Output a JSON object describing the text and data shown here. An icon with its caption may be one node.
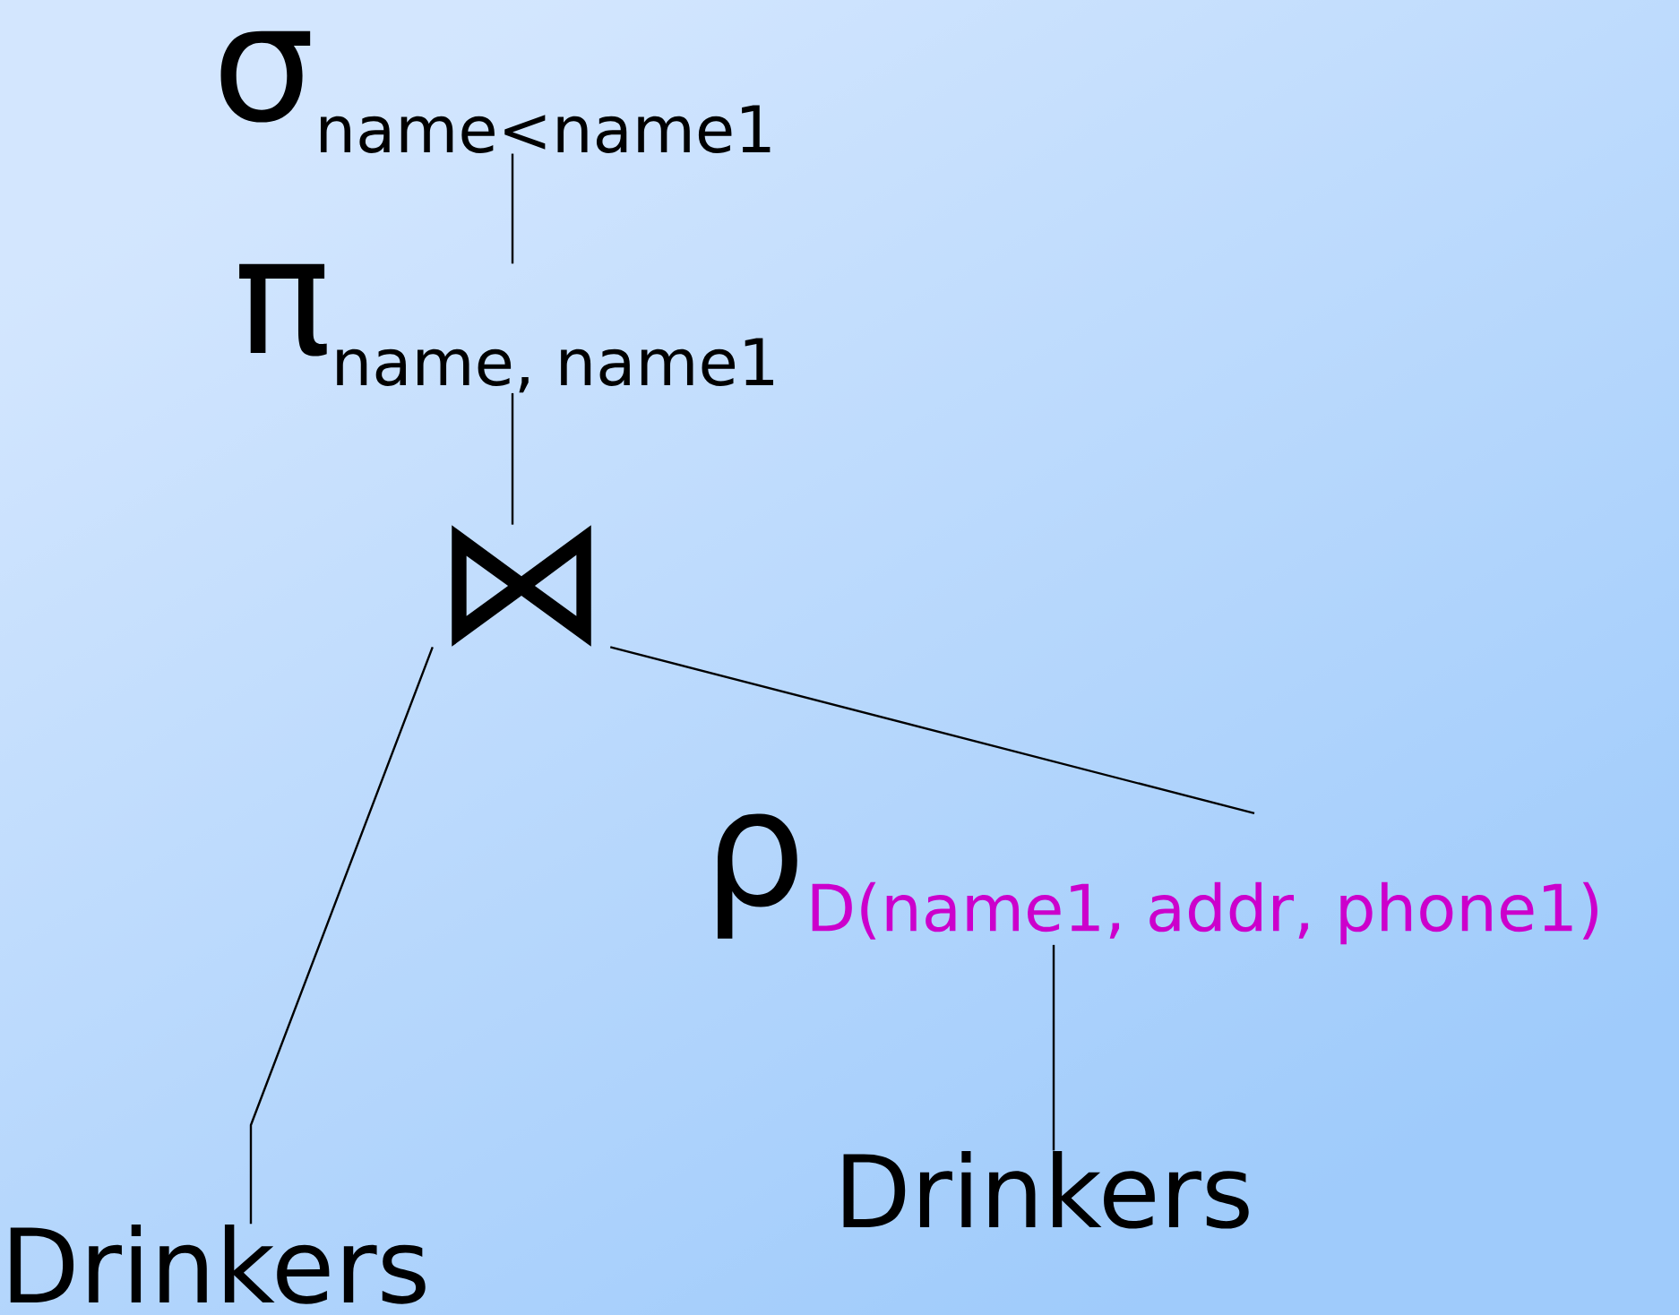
{
  "diagram": {
    "nodes": [
      {
        "text": [
          "σ",
          "name<name1"
        ]
      },
      {
        "text": [
          "π",
          "name, name1"
        ]
      },
      {
        "text": [
          "⋈"
        ]
      },
      {
        "text": [
          "Drinkers"
        ]
      },
      {
        "text": [
          "ρ",
          "D(name1, addr, phone1)"
        ]
      },
      {
        "text": [
          "Drinkers"
        ]
      }
    ],
    "edges": [
      {
        "from": 0,
        "to": 1,
        "arrow": "none"
      },
      {
        "from": 1,
        "to": 2,
        "arrow": "none"
      },
      {
        "from": 2,
        "to": 3,
        "arrow": "none"
      },
      {
        "from": 2,
        "to": 4,
        "arrow": "none"
      },
      {
        "from": 4,
        "to": 5,
        "arrow": "none"
      }
    ]
  }
}
